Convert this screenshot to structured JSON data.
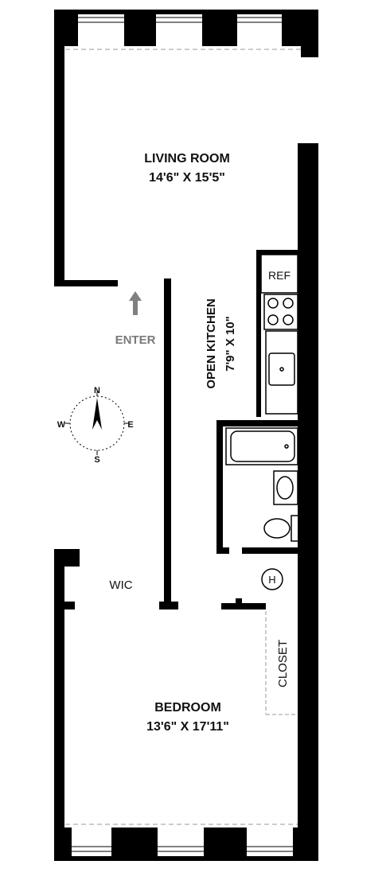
{
  "rooms": {
    "living": {
      "name": "LIVING ROOM",
      "dims": "14'6\" X 15'5\""
    },
    "kitchen": {
      "name": "OPEN KITCHEN",
      "dims": "7'9\" X 10\""
    },
    "bedroom": {
      "name": "BEDROOM",
      "dims": "13'6\" X 17'11\""
    },
    "wic": {
      "name": "WIC"
    },
    "closet": {
      "name": "CLOSET"
    }
  },
  "fixtures": {
    "fridge": "REF",
    "heater": "H"
  },
  "entry": {
    "label": "ENTER"
  },
  "compass": {
    "n": "N",
    "s": "S",
    "e": "E",
    "w": "W"
  }
}
